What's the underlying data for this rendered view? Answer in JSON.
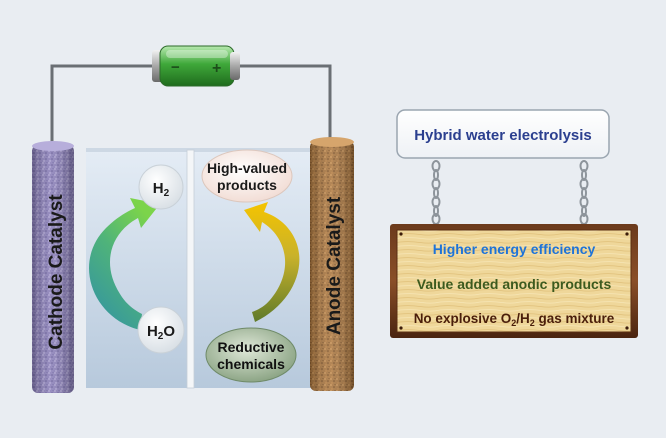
{
  "cell": {
    "cathode_label": "Cathode Catalyst",
    "anode_label": "Anode Catalyst",
    "battery_negative": "−",
    "battery_positive": "+",
    "h2_main": "H",
    "h2_sub": "2",
    "h2o_main": "H",
    "h2o_sub": "2",
    "h2o_tail": "O",
    "products_line1": "High-valued",
    "products_line2": "products",
    "reductive_line1": "Reductive",
    "reductive_line2": "chemicals"
  },
  "sign": {
    "title": "Hybrid water electrolysis",
    "benefit1": "Higher energy efficiency",
    "benefit2": "Value added anodic products",
    "benefit3_pre": "No explosive O",
    "benefit3_sub1": "2",
    "benefit3_mid": "/H",
    "benefit3_sub2": "2",
    "benefit3_post": " gas mixture"
  },
  "colors": {
    "background": "#e9edf2",
    "battery_green": "#3fa83a",
    "benefit1_text": "#1e73d8",
    "benefit2_text": "#3c5a1e",
    "benefit3_text": "#4a1e0a",
    "title_text": "#2b3f8f"
  }
}
